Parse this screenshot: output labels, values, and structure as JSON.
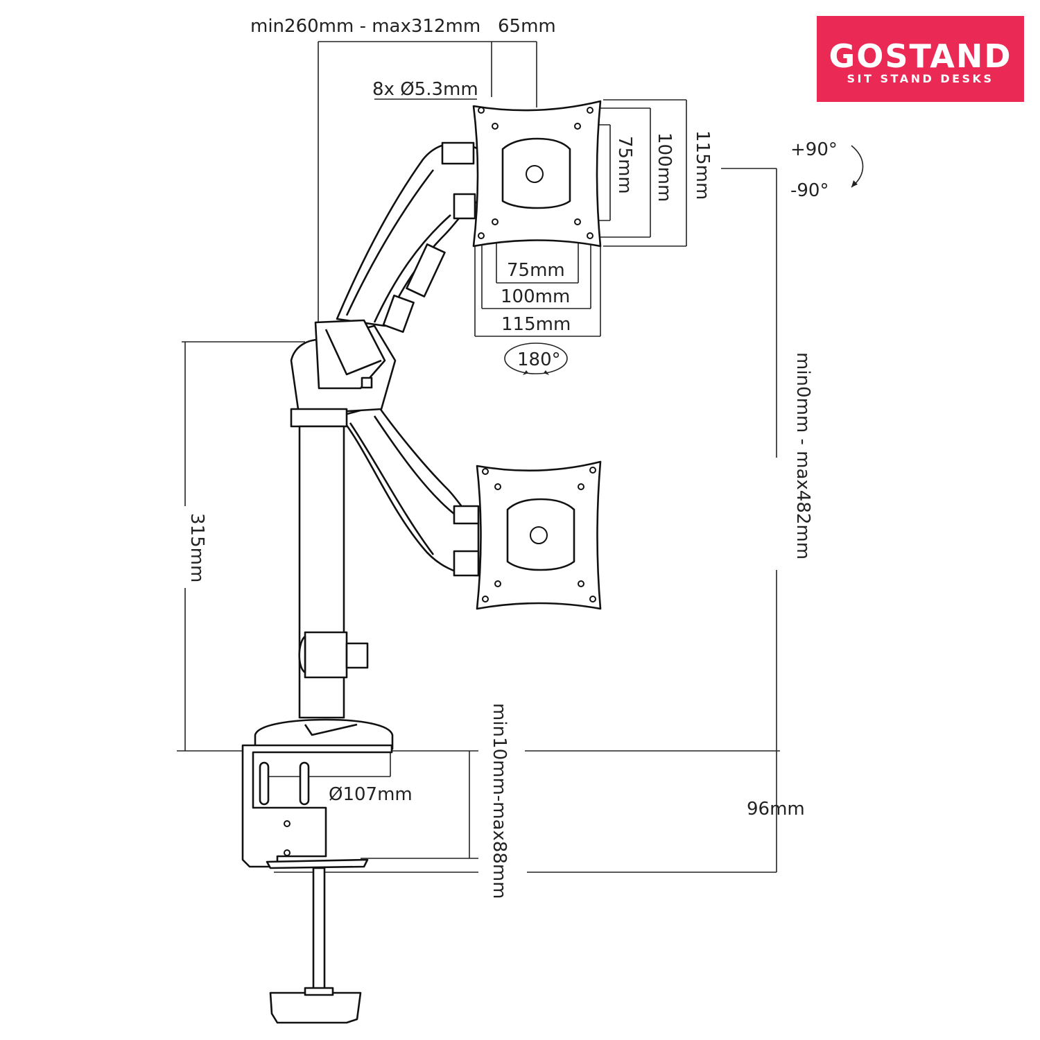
{
  "brand": {
    "name": "GOSTAND",
    "tagline": "SIT STAND DESKS",
    "background_color": "#ea2a54",
    "text_color": "#ffffff"
  },
  "dimensions": {
    "arm_reach": "min260mm - max312mm",
    "plate_offset": "65mm",
    "screw_holes": "8x Ø5.3mm",
    "vesa_75_vertical": "75mm",
    "vesa_100_vertical": "100mm",
    "plate_115_vertical": "115mm",
    "vesa_75_horizontal": "75mm",
    "vesa_100_horizontal": "100mm",
    "plate_115_horizontal": "115mm",
    "tilt_up": "+90°",
    "tilt_down": "-90°",
    "swivel": "180°",
    "height_range": "min0mm - max482mm",
    "pole_height": "315mm",
    "base_diameter": "Ø107mm",
    "desk_thickness": "min10mm-max88mm",
    "clamp_depth": "96mm"
  }
}
